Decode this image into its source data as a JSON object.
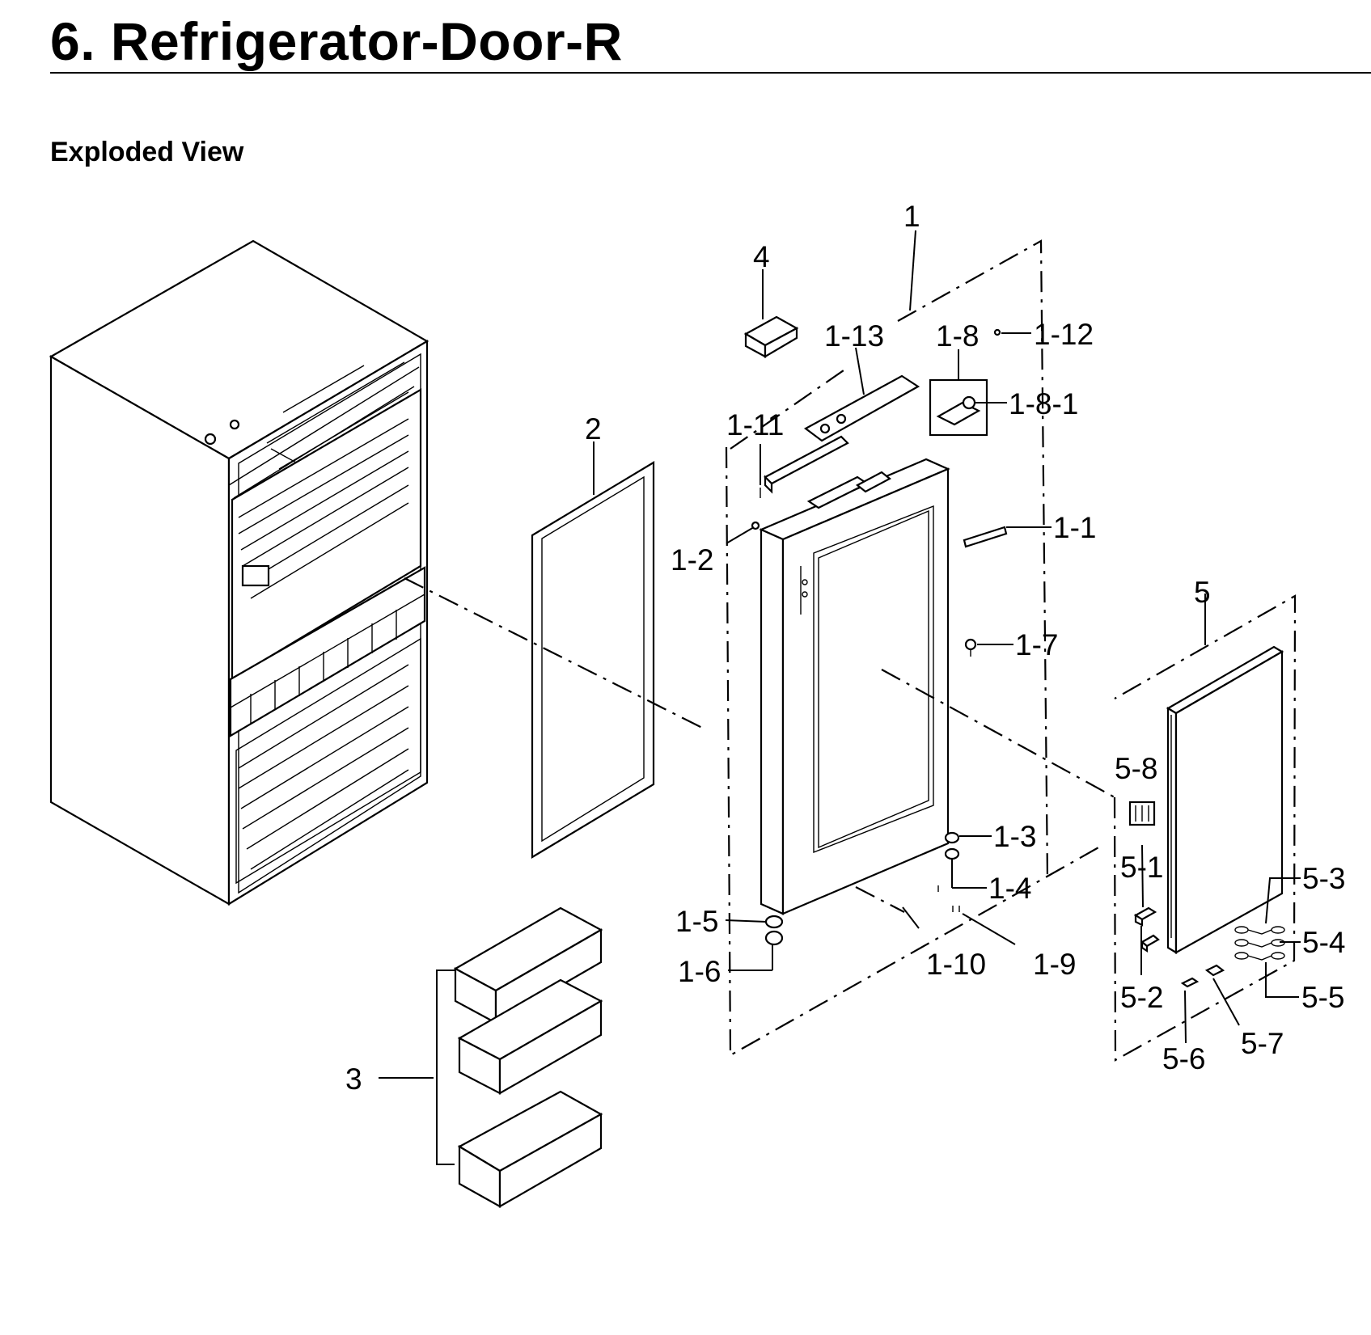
{
  "header": {
    "title": "6.  Refrigerator-Door-R",
    "subtitle": "Exploded View"
  },
  "callouts": [
    {
      "id": "c-1",
      "text": "1"
    },
    {
      "id": "c-4",
      "text": "4"
    },
    {
      "id": "c-1-13",
      "text": "1-13"
    },
    {
      "id": "c-1-8",
      "text": "1-8"
    },
    {
      "id": "c-1-12",
      "text": "1-12"
    },
    {
      "id": "c-1-8-1",
      "text": "1-8-1"
    },
    {
      "id": "c-2",
      "text": "2"
    },
    {
      "id": "c-1-11",
      "text": "1-11"
    },
    {
      "id": "c-1-1",
      "text": "1-1"
    },
    {
      "id": "c-1-2",
      "text": "1-2"
    },
    {
      "id": "c-5",
      "text": "5"
    },
    {
      "id": "c-1-7",
      "text": "1-7"
    },
    {
      "id": "c-5-8",
      "text": "5-8"
    },
    {
      "id": "c-1-3",
      "text": "1-3"
    },
    {
      "id": "c-5-1",
      "text": "5-1"
    },
    {
      "id": "c-5-3",
      "text": "5-3"
    },
    {
      "id": "c-1-4",
      "text": "1-4"
    },
    {
      "id": "c-1-5",
      "text": "1-5"
    },
    {
      "id": "c-5-4",
      "text": "5-4"
    },
    {
      "id": "c-1-10",
      "text": "1-10"
    },
    {
      "id": "c-1-9",
      "text": "1-9"
    },
    {
      "id": "c-1-6",
      "text": "1-6"
    },
    {
      "id": "c-5-2",
      "text": "5-2"
    },
    {
      "id": "c-5-5",
      "text": "5-5"
    },
    {
      "id": "c-5-7",
      "text": "5-7"
    },
    {
      "id": "c-5-6",
      "text": "5-6"
    },
    {
      "id": "c-3",
      "text": "3"
    }
  ]
}
